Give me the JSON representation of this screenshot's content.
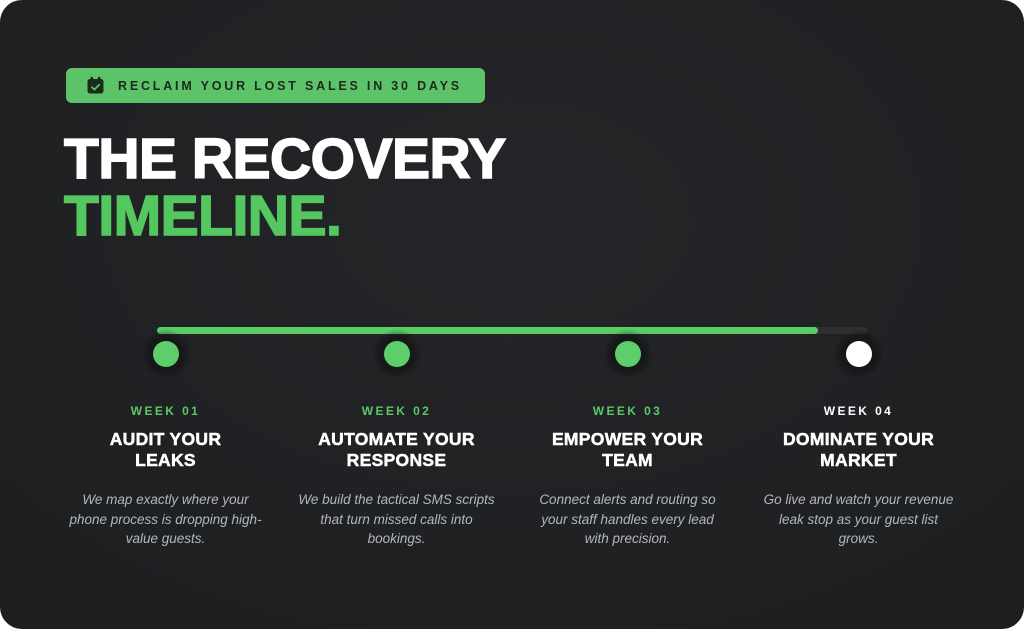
{
  "badge": {
    "icon": "calendar-check-icon",
    "label": "RECLAIM YOUR LOST SALES IN 30 DAYS"
  },
  "heading": {
    "line1": "THE RECOVERY",
    "line2": "TIMELINE."
  },
  "timeline": {
    "progress_percent": 93,
    "weeks": [
      {
        "label": "WEEK 01",
        "title": "AUDIT YOUR\nLEAKS",
        "description": "We map exactly where your phone process is dropping high-value guests.",
        "dot_state": "complete"
      },
      {
        "label": "WEEK 02",
        "title": "AUTOMATE YOUR\nRESPONSE",
        "description": "We build the tactical SMS scripts that turn missed calls into bookings.",
        "dot_state": "complete"
      },
      {
        "label": "WEEK 03",
        "title": "EMPOWER YOUR\nTEAM",
        "description": "Connect alerts and routing so your staff handles every lead with precision.",
        "dot_state": "complete"
      },
      {
        "label": "WEEK 04",
        "title": "DOMINATE YOUR\nMARKET",
        "description": "Go live and watch your revenue leak stop as your guest list grows.",
        "dot_state": "upcoming"
      }
    ]
  },
  "colors": {
    "accent_green": "#5BC767",
    "badge_background": "#5CC368",
    "badge_text": "#1C2A1E",
    "card_background": "#1E1F21",
    "track_background": "#2E2F31",
    "muted_text": "#B2B7BF",
    "white": "#FFFFFF"
  }
}
